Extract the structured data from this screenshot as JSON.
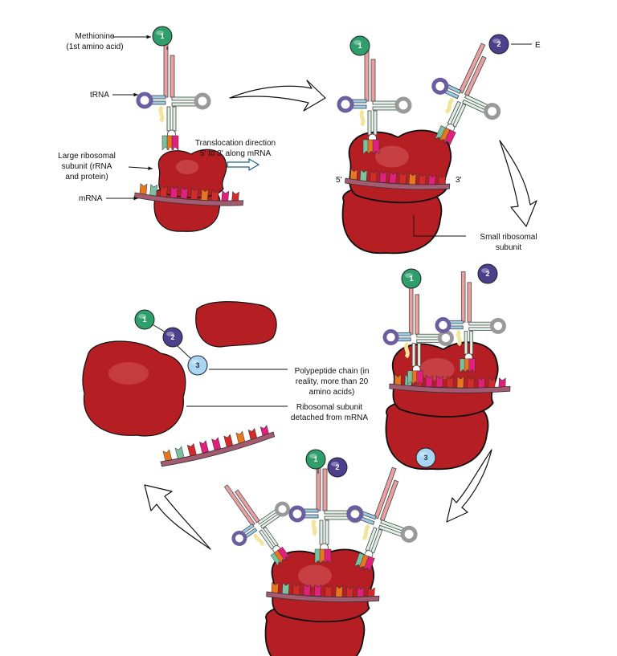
{
  "labels": {
    "methionine_1": "Methionine",
    "methionine_2": "(1st amino acid)",
    "trna": "tRNA",
    "translocation_1": "Translocation direction",
    "translocation_2": "5' to 3' along mRNA",
    "large_subunit_1": "Large ribosomal",
    "large_subunit_2": "subunit (rRNA",
    "large_subunit_3": "and protein)",
    "mrna": "mRNA",
    "five_prime": "5'",
    "three_prime": "3'",
    "e_site": "E",
    "small_subunit_1": "Small ribosomal",
    "small_subunit_2": "subunit",
    "polypeptide_1": "Polypeptide chain (in",
    "polypeptide_2": "reality, more than 20",
    "polypeptide_3": "amino acids)",
    "detached_1": "Ribosomal subunit",
    "detached_2": "detached from mRNA"
  },
  "amino_acids": [
    "1",
    "2",
    "3"
  ],
  "colors": {
    "ribosome": "#b51f24",
    "mrna": "#a45a70",
    "aa1": "#2e9e6a",
    "aa2": "#4b3f8e",
    "aa3": "#a9d6f2",
    "translocation_arrow": "#1f5d80"
  }
}
